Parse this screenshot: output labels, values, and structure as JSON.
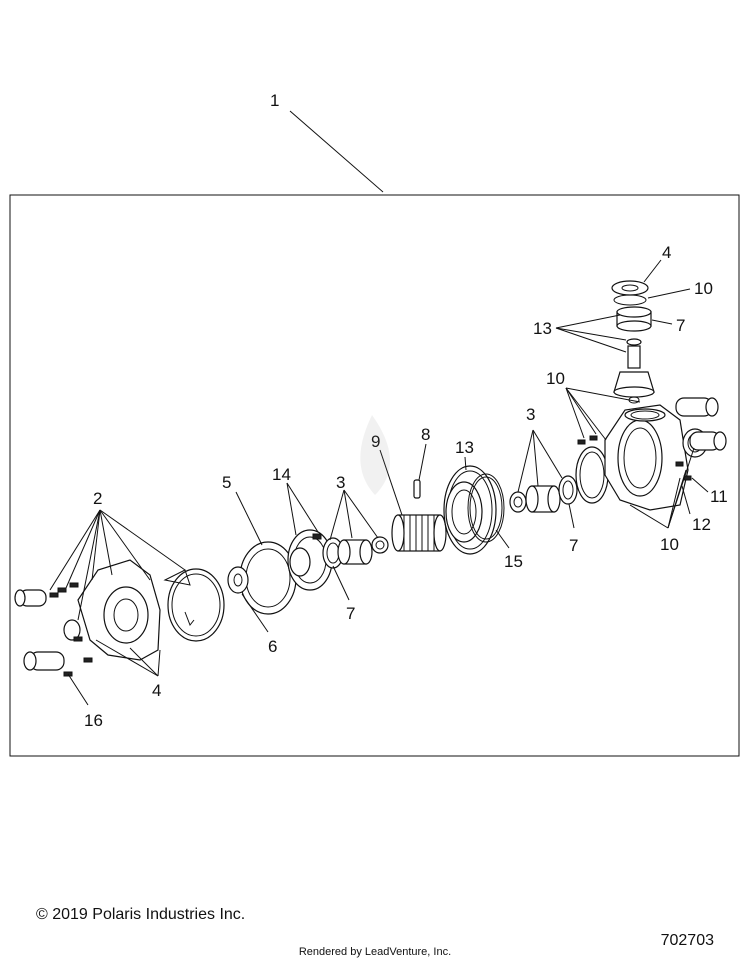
{
  "callouts": {
    "c1": "1",
    "c2": "2",
    "c3a": "3",
    "c3b": "3",
    "c4a": "4",
    "c4b": "4",
    "c5": "5",
    "c6": "6",
    "c7a": "7",
    "c7b": "7",
    "c7c": "7",
    "c8": "8",
    "c9": "9",
    "c10a": "10",
    "c10b": "10",
    "c10c": "10",
    "c11": "11",
    "c12": "12",
    "c13a": "13",
    "c13b": "13",
    "c14": "14",
    "c15": "15",
    "c16": "16"
  },
  "footer": {
    "copyright": "© 2019 Polaris Industries Inc.",
    "diagram_number": "702703",
    "rendered_by": "Rendered by LeadVenture, Inc."
  }
}
